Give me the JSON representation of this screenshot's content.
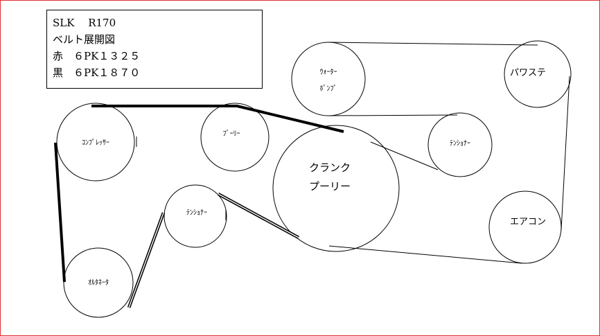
{
  "info": {
    "model_line": "SLK　 R170",
    "title_line": "ベルト展開図",
    "red_line": "赤　６PK１３２５",
    "black_line": "黒　６PK１８７０"
  },
  "pulleys": {
    "compressor": "ｺﾝﾌﾟﾚｯｻｰ",
    "idler": "ﾌﾟｰﾘｰ",
    "water_pump_1": "ｳｫｰﾀｰ",
    "water_pump_2": "ﾎﾟﾝﾌﾟ",
    "power_steering": "パワステ",
    "tensioner_upper": "ﾃﾝｼｮﾅｰ",
    "crank_1": "クランク",
    "crank_2": "プーリー",
    "air_con": "エアコン",
    "tensioner_lower": "ﾃﾝｼｮﾅｰ",
    "alternator": "ｵﾙﾀﾈｰﾀ"
  },
  "colors": {
    "page_border": "#e03030",
    "belt_long": "#000000",
    "belt_short": "#000000",
    "outline": "#000000"
  }
}
